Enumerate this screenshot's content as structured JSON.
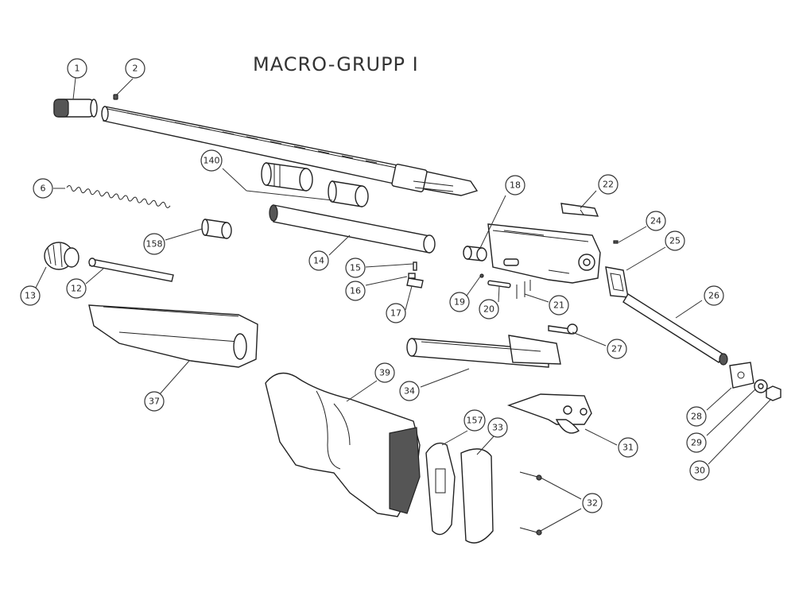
{
  "title": "MACRO-GRUPP I",
  "callouts": [
    "1",
    "2",
    "6",
    "12",
    "13",
    "14",
    "15",
    "16",
    "17",
    "18",
    "19",
    "20",
    "21",
    "22",
    "24",
    "25",
    "26",
    "27",
    "28",
    "29",
    "30",
    "31",
    "32",
    "33",
    "34",
    "37",
    "39",
    "140",
    "157",
    "158"
  ]
}
